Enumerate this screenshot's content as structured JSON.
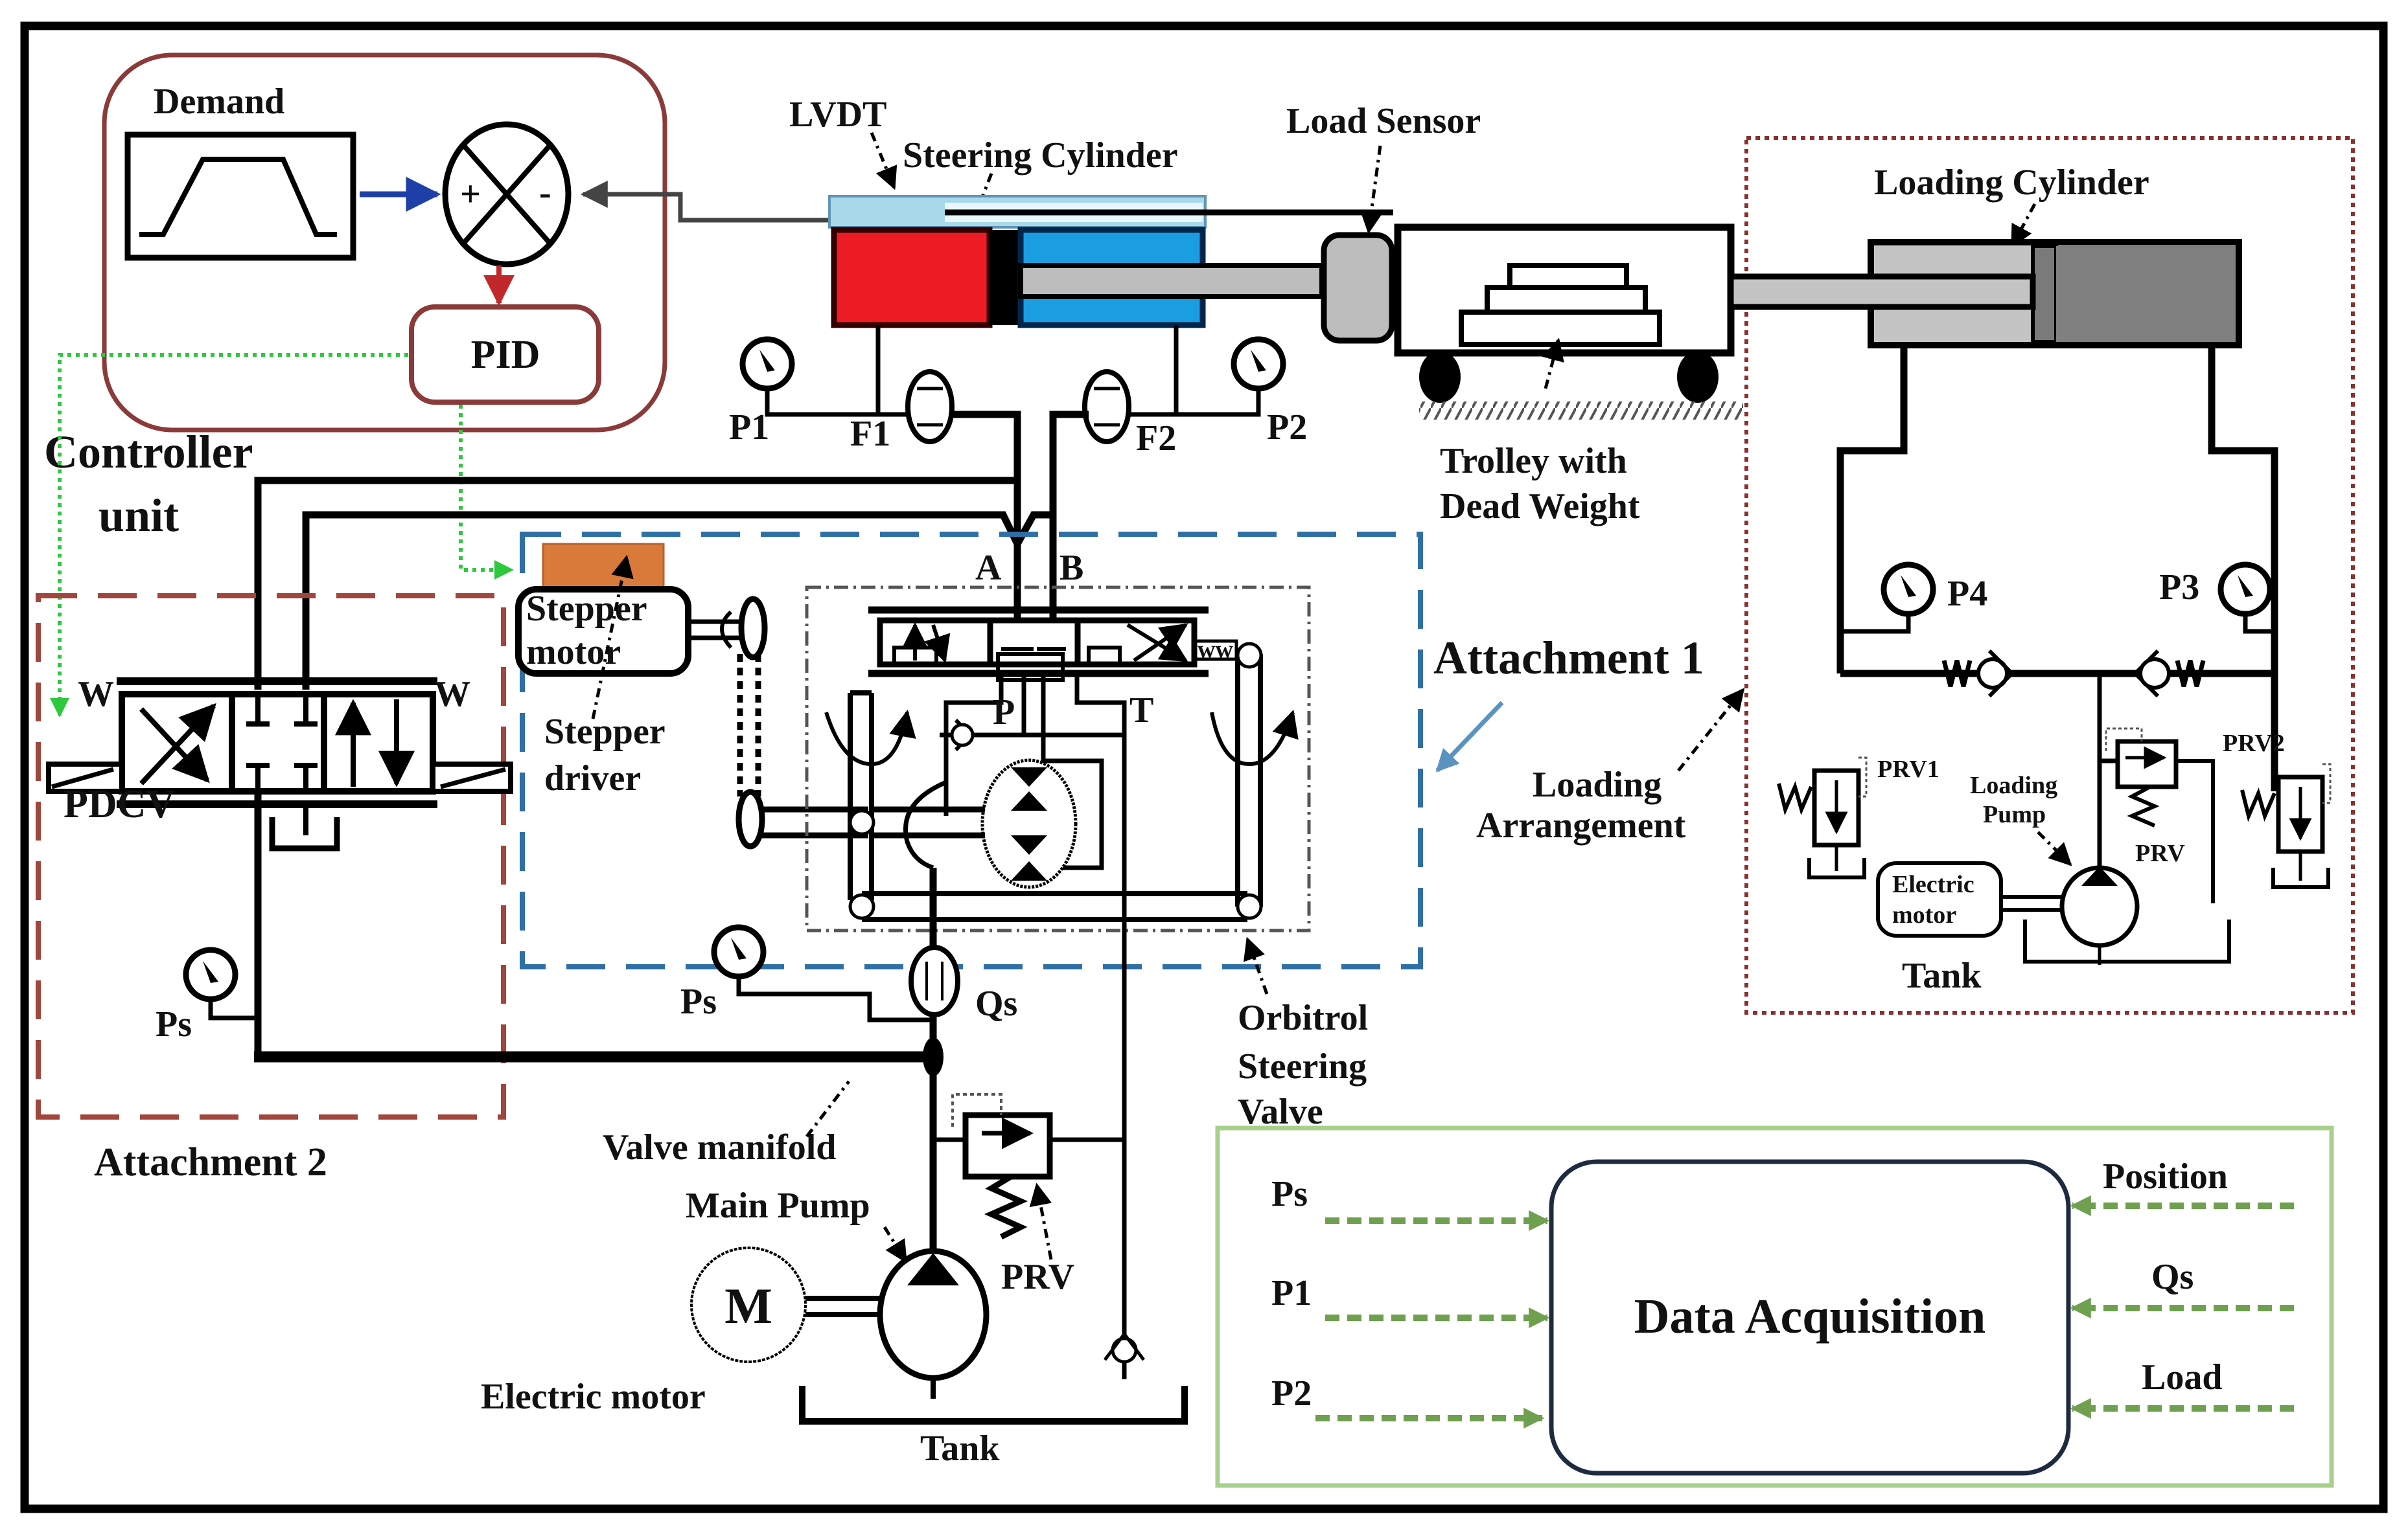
{
  "figure": {
    "title": "Electro-hydraulic steering test rig schematic",
    "colors": {
      "frame": "#000000",
      "controller_border": "#8B3A3A",
      "attachment1_border": "#2E6FA6",
      "attachment2_border": "#A0463C",
      "loading_border": "#8A3030",
      "daq_border": "#A8D08D",
      "signal_green": "#2DC83C",
      "daq_arrow": "#6FA050",
      "cylinder_red": "#ED1C24",
      "cylinder_blue": "#1B9DE2",
      "lvdt_lightblue": "#A8D8EA",
      "stepper_driver_orange": "#D9793A",
      "load_sensor_gray": "#BDBDBD",
      "loading_cyl_light": "#C4C4C4",
      "loading_cyl_dark": "#808080"
    }
  },
  "controller": {
    "demand_label": "Demand",
    "sum_plus": "+",
    "sum_minus": "-",
    "pid_label": "PID",
    "unit_label_line1": "Controller",
    "unit_label_line2": "unit"
  },
  "steering": {
    "lvdt_label": "LVDT",
    "cylinder_label": "Steering Cylinder",
    "load_sensor_label": "Load Sensor",
    "trolley_label_line1": "Trolley with",
    "trolley_label_line2": "Dead Weight",
    "gauge_p1": "P1",
    "gauge_p2": "P2",
    "flow_f1": "F1",
    "flow_f2": "F2",
    "port_a": "A",
    "port_b": "B",
    "port_p": "P",
    "port_t": "T"
  },
  "attachment1": {
    "label": "Attachment 1",
    "stepper_motor_line1": "Stepper",
    "stepper_motor_line2": "motor",
    "stepper_driver_line1": "Stepper",
    "stepper_driver_line2": "driver",
    "orbitrol_line1": "Orbitrol",
    "orbitrol_line2": "Steering",
    "orbitrol_line3": "Valve"
  },
  "attachment2": {
    "label": "Attachment 2",
    "pdcv_label": "PDCV",
    "gauge_ps": "Ps"
  },
  "supply": {
    "gauge_ps": "Ps",
    "flow_qs": "Qs",
    "valve_manifold_label": "Valve manifold",
    "main_pump_label": "Main Pump",
    "motor_symbol": "M",
    "electric_motor_label": "Electric motor",
    "prv_label": "PRV",
    "tank_label": "Tank"
  },
  "loading": {
    "cylinder_label": "Loading Cylinder",
    "arrangement_line1": "Loading",
    "arrangement_line2": "Arrangement",
    "gauge_p3": "P3",
    "gauge_p4": "P4",
    "prv1_label": "PRV1",
    "prv2_label": "PRV2",
    "prv_label": "PRV",
    "pump_line1": "Loading",
    "pump_line2": "Pump",
    "motor_line1": "Electric",
    "motor_line2": "motor",
    "tank_label": "Tank"
  },
  "daq": {
    "title": "Data Acquisition",
    "inputs_left": [
      "Ps",
      "P1",
      "P2"
    ],
    "inputs_right": [
      "Position",
      "Qs",
      "Load"
    ]
  }
}
